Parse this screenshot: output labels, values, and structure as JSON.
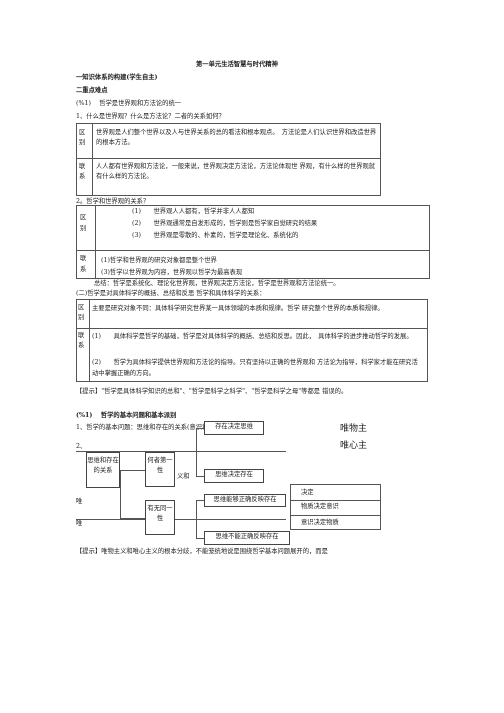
{
  "title": "第一单元生活智慧与时代精神",
  "sec1": "一知识体系的构建(学生自主)",
  "sec2": "二重点难点",
  "topic1": "(%1)　 哲学是世界观和方法论的统一",
  "q1": "1、什么是世界观？什么是方法论？二者的关系如何？",
  "t1": {
    "r1_head": "区别",
    "r1_body": "世界观是人们整个世界以及人与世界关系的总的看法和根本观点。　方法论是人们认识世界和改造世界的根本方法。",
    "r2_head": "联系",
    "r2_body": "人人都有世界观和方法论，一般来说，世界观决定方法论，方法论体现世 界观，有什么样的世界观就有什么样的方法论。"
  },
  "q2": "2。哲学和世界观的关系？",
  "t2": {
    "h1": "区别",
    "items": [
      "(1)　　世界观人人都有，哲学并非人人都知",
      "(2)　　世界观通常是自发形成的，哲学则是哲学家自觉研究的结果",
      "(3)　　世界观是零散的、朴素的，哲学是理论化、系统化的"
    ],
    "h2": "联系",
    "links": [
      "(1)哲学和世界观的研究对象都是整个世界",
      "(3)哲学以世界观为内容，世界观以哲学为最高表现"
    ]
  },
  "summary": "总结：哲学是系统化、理论化世界观，世界观决定方法论，哲学是世界观和方法论统一。",
  "topic2": "(二)哲学是对具体科学的概括、总结和反思 哲学和具体科学的关系：",
  "t3": {
    "h1": "区别",
    "r1": "主要是研究对象不同：具体科学研究世界某一具体领域的本质和规律。哲学 研究整个世界的本质和规律。",
    "h2": "联系",
    "r2a": "(1)　　具体科学是哲学的基础，哲学是对具体科学的概括、总结和反思。因此，　具体科学的进步推动哲学的发展。",
    "r2b": "(2)　　哲学为具体科学提供世界观和方法论的指导。只有坚持以正确的世界观和 方法论为指导，科学家才能在研究活动中掌握正确的方向。"
  },
  "tip1": "【提示】\"哲学是具体科学知识的总和\"、\"哲学是科学之科学\"、\"哲学是科学之母\"等都是 错误的。",
  "topic3": "(%1)　 哲学的基本问题和基本派别",
  "q3": "1、哲学的基本问题：思维和存在的关系(意识和物质的关系)",
  "diagram": {
    "num2": "2、",
    "root": "思维和存在的关系",
    "which": "何者第一性",
    "yu": "义和",
    "same": "有无同一性",
    "a1": "存在决定思维",
    "a2": "思维决定存在",
    "b1": "思维能够正确反映存在",
    "b2": "思维不能正确反映存在",
    "right_top1": "唯物主",
    "right_top2": "唯心主",
    "r_head": "决定",
    "r1": "物质决定意识",
    "r2": "意识决定物质",
    "left1": "唯",
    "left2": "唯"
  },
  "tip2": "【提示】唯物主义和唯心主义的根本分歧，不能笼统地说是围绕哲学基本问题展开的，而是"
}
